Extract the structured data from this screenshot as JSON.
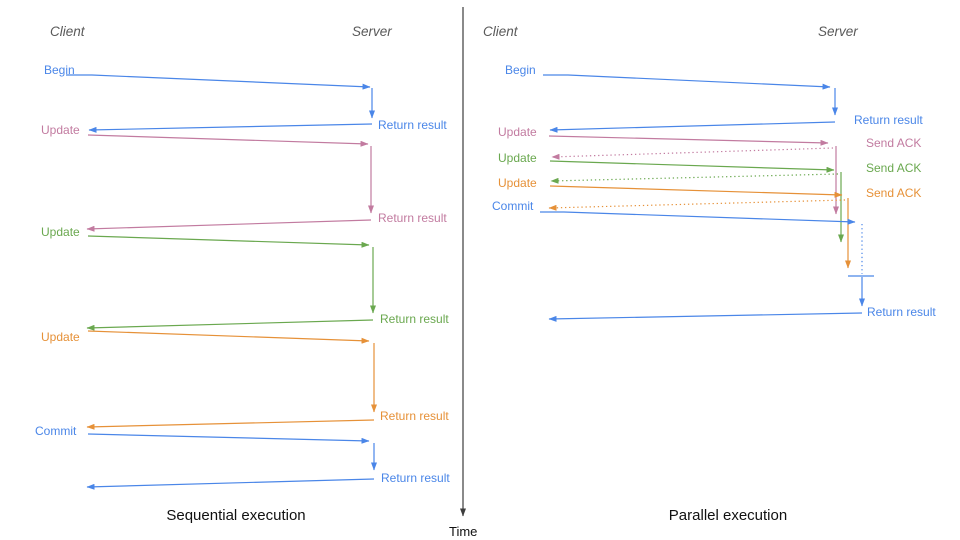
{
  "diagram": {
    "colors": {
      "blue": "#4a86e8",
      "pink": "#c27ba0",
      "green": "#6aa84f",
      "orange": "#e69138",
      "axis": "#3d3d3d",
      "header": "#595959"
    },
    "time_axis": {
      "label": "Time"
    },
    "sequential": {
      "title": "Sequential execution",
      "client": "Client",
      "server": "Server",
      "steps": [
        {
          "request": "Begin",
          "color": "blue",
          "response": "Return result"
        },
        {
          "request": "Update",
          "color": "pink",
          "response": "Return result"
        },
        {
          "request": "Update",
          "color": "green",
          "response": "Return result"
        },
        {
          "request": "Update",
          "color": "orange",
          "response": "Return result"
        },
        {
          "request": "Commit",
          "color": "blue",
          "response": "Return result"
        }
      ]
    },
    "parallel": {
      "title": "Parallel execution",
      "client": "Client",
      "server": "Server",
      "steps": [
        {
          "request": "Begin",
          "color": "blue",
          "response": "Return result"
        },
        {
          "request": "Update",
          "color": "pink",
          "response": "Send ACK"
        },
        {
          "request": "Update",
          "color": "green",
          "response": "Send ACK"
        },
        {
          "request": "Update",
          "color": "orange",
          "response": "Send ACK"
        },
        {
          "request": "Commit",
          "color": "blue",
          "response": "Return result"
        }
      ]
    }
  }
}
